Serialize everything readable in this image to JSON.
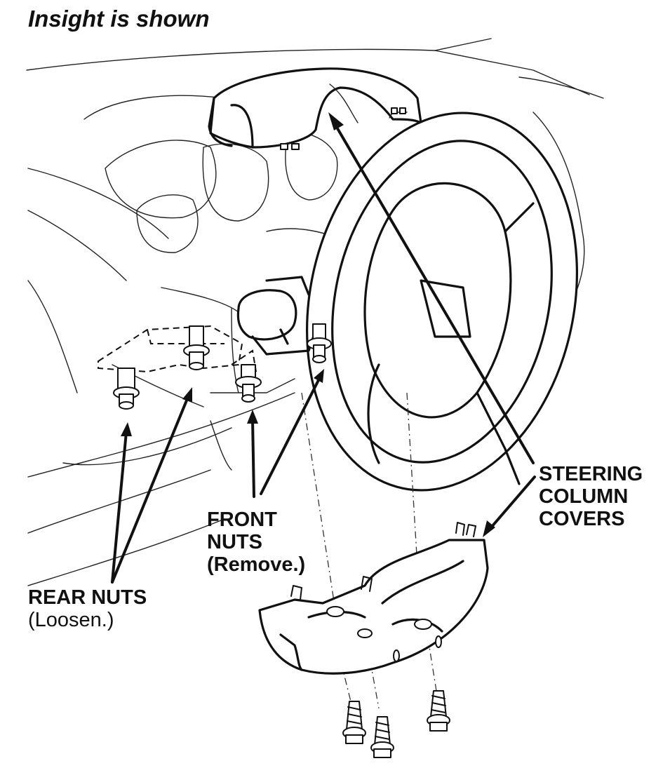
{
  "caption": "Insight is shown",
  "labels": {
    "steering_column_covers": [
      "STEERING",
      "COLUMN",
      "COVERS"
    ],
    "front_nuts": [
      "FRONT",
      "NUTS",
      "(Remove.)"
    ],
    "rear_nuts": [
      "REAR NUTS",
      "(Loosen.)"
    ]
  },
  "icons": [
    "steering-wheel-icon",
    "upper-cover-icon",
    "lower-cover-icon",
    "nut-icon",
    "screw-icon"
  ]
}
